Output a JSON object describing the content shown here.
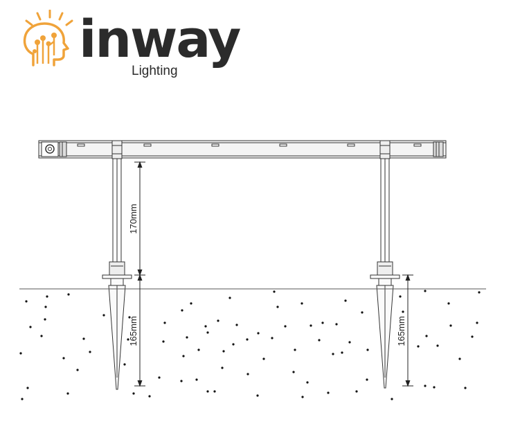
{
  "brand": {
    "name": "inway",
    "tagline": "Lighting",
    "accent_color": "#f0a33a",
    "icon": "head-circuit-lightbulb-icon"
  },
  "diagram": {
    "dimensions": {
      "post_height": "170mm",
      "spike_depth_left": "165mm",
      "spike_depth_right": "165mm"
    }
  }
}
